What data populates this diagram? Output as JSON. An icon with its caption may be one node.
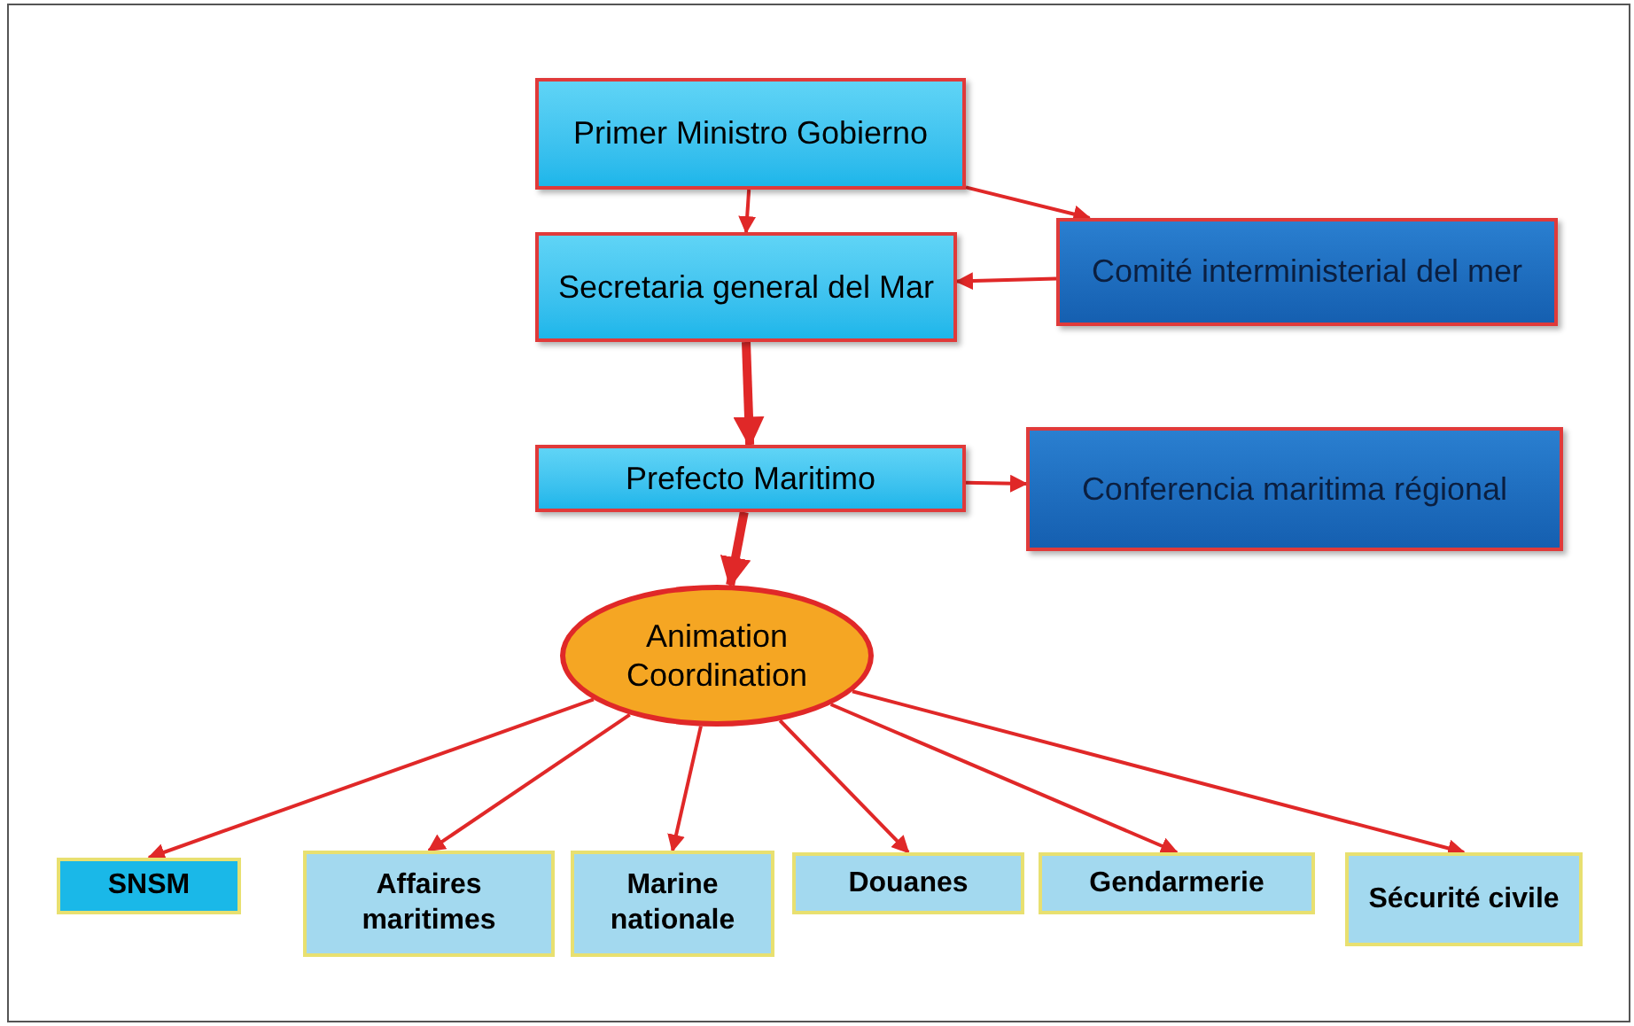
{
  "diagram": {
    "nodes": [
      {
        "text": [
          "Primer Ministro Gobierno"
        ]
      },
      {
        "text": [
          "Secretaria general del Mar"
        ]
      },
      {
        "text": [
          "Comité interministerial del mer"
        ]
      },
      {
        "text": [
          "Prefecto Maritimo"
        ]
      },
      {
        "text": [
          "Conferencia maritima régional"
        ]
      },
      {
        "text": [
          "Animation Coordination"
        ]
      },
      {
        "text": [
          "SNSM"
        ]
      },
      {
        "text": [
          "Affaires maritimes"
        ]
      },
      {
        "text": [
          "Marine nationale"
        ]
      },
      {
        "text": [
          "Douanes"
        ]
      },
      {
        "text": [
          "Gendarmerie"
        ]
      },
      {
        "text": [
          "Sécurité civile"
        ]
      }
    ],
    "edges": [
      {
        "from": 0,
        "to": 1,
        "arrow": "to"
      },
      {
        "from": 0,
        "to": 2,
        "arrow": "to"
      },
      {
        "from": 2,
        "to": 1,
        "arrow": "to"
      },
      {
        "from": 1,
        "to": 3,
        "arrow": "to",
        "style": "thick"
      },
      {
        "from": 3,
        "to": 4,
        "arrow": "to"
      },
      {
        "from": 3,
        "to": 5,
        "arrow": "to",
        "style": "thick"
      },
      {
        "from": 5,
        "to": 6,
        "arrow": "to"
      },
      {
        "from": 5,
        "to": 7,
        "arrow": "to"
      },
      {
        "from": 5,
        "to": 8,
        "arrow": "to"
      },
      {
        "from": 5,
        "to": 9,
        "arrow": "to"
      },
      {
        "from": 5,
        "to": 10,
        "arrow": "to"
      },
      {
        "from": 5,
        "to": 11,
        "arrow": "to"
      }
    ]
  }
}
